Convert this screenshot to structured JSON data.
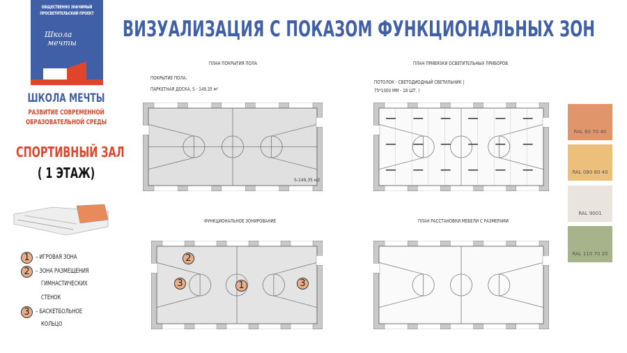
{
  "logo": {
    "line1": "ОБЩЕСТВЕННО ЗНАЧИМЫЙ",
    "line2": "ПРОСВЕТИТЕЛЬСКИЙ ПРОЕКТ",
    "script1": "Школа",
    "script2": "мечты"
  },
  "brand": {
    "name": "ШКОЛА МЕЧТЫ",
    "sub1": "РАЗВИТИЕ СОВРЕМЕННОЙ",
    "sub2": "ОБРАЗОВАТЕЛЬНОЙ СРЕДЫ"
  },
  "room": {
    "title": "СПОРТИВНЫЙ ЗАЛ",
    "floor": "( 1 ЭТАЖ)"
  },
  "page_title": "ВИЗУАЛИЗАЦИЯ С ПОКАЗОМ ФУНКЦИОНАЛЬНЫХ ЗОН",
  "plans": [
    {
      "title": "ПЛАН ПОКРЫТИЯ ПОЛА",
      "note1": "ПОКРЫТИЕ ПОЛА:",
      "note2": "ПАРКЕТНАЯ ДОСКА,  S - 149,35 м²",
      "area": "S-149,35 м2"
    },
    {
      "title": "ПЛАН ПРИВЯЗКИ ОСВЕТИТЕЛЬНЫХ ПРИБОРОВ",
      "note1": "ПОТОЛОК - СВЕТОДИОДНЫЙ СВЕТИЛЬНИК (",
      "note2": "75*1000 ММ - 18 ШТ. )"
    },
    {
      "title": "ФУНКЦИОНАЛЬНОЕ ЗОНИРОВАНИЕ"
    },
    {
      "title": "ПЛАН РАССТАНОВКИ МЕБЕЛИ С РАЗМЕРАМИ"
    }
  ],
  "legend": [
    {
      "num": "1",
      "text": "– ИГРОВАЯ ЗОНА"
    },
    {
      "num": "2",
      "text": "– ЗОНА РАЗМЕЩЕНИЯ",
      "text2": "ГИМНАСТИЧЕСКИХ",
      "text3": "СТЕНОК"
    },
    {
      "num": "3",
      "text": "– БАСКЕТБОЛЬНОЕ",
      "text2": "КОЛЬЦО"
    }
  ],
  "swatches": [
    {
      "label": "RAL 60 70 40",
      "color": "#e0956a"
    },
    {
      "label": "RAL 080 80 40",
      "color": "#ecc07a"
    },
    {
      "label": "RAL 9001",
      "color": "#e9e5de"
    },
    {
      "label": "RAL 110 70 20",
      "color": "#a7b38a"
    }
  ],
  "colors": {
    "blue": "#3f5fa6",
    "red": "#e0452b",
    "zone": "#ebae86"
  }
}
